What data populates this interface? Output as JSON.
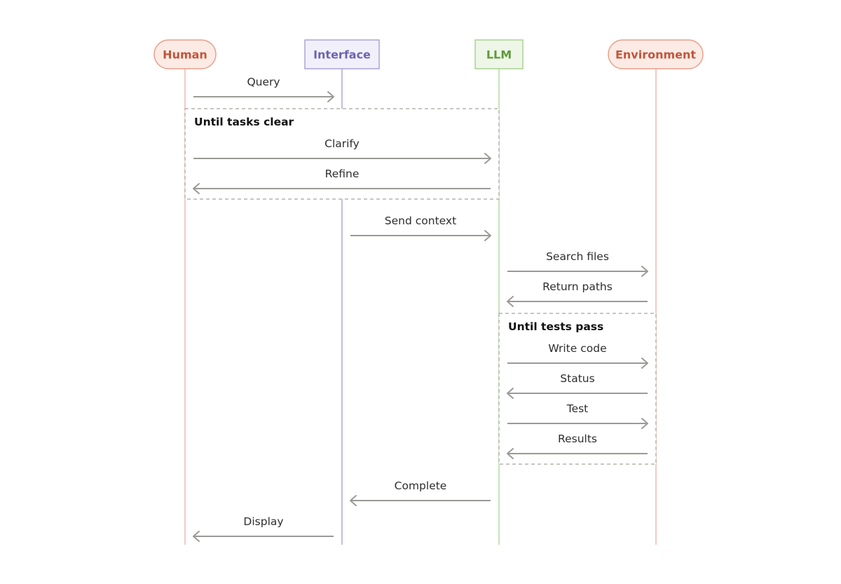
{
  "participants": [
    {
      "name": "Human",
      "shape": "pill",
      "color": "#c2553a",
      "fill": "#fcebe5",
      "border": "#e8a08c",
      "line": "#f0b8a8"
    },
    {
      "name": "Interface",
      "shape": "rect",
      "color": "#6b64b0",
      "fill": "#f1f0fa",
      "border": "#a9a4d8",
      "line": "#aca8dc"
    },
    {
      "name": "LLM",
      "shape": "rect",
      "color": "#5f9a3a",
      "fill": "#eef6e8",
      "border": "#a9d293",
      "line": "#b4dc9e"
    },
    {
      "name": "Environment",
      "shape": "pill",
      "color": "#c2553a",
      "fill": "#fcebe5",
      "border": "#e8a08c",
      "line": "#f0b8a8"
    }
  ],
  "frames": [
    {
      "label": "Until tasks clear",
      "messages": [
        {
          "label": "Clarify",
          "from": "Human",
          "to": "LLM"
        },
        {
          "label": "Refine",
          "from": "LLM",
          "to": "Human"
        }
      ]
    },
    {
      "label": "Until tests pass",
      "messages": [
        {
          "label": "Write code",
          "from": "LLM",
          "to": "Environment"
        },
        {
          "label": "Status",
          "from": "Environment",
          "to": "LLM"
        },
        {
          "label": "Test",
          "from": "LLM",
          "to": "Environment"
        },
        {
          "label": "Results",
          "from": "Environment",
          "to": "LLM"
        }
      ]
    }
  ],
  "sequence": [
    {
      "kind": "message",
      "label": "Query",
      "from": "Human",
      "to": "Interface"
    },
    {
      "kind": "frame",
      "index": 0
    },
    {
      "kind": "message",
      "label": "Send context",
      "from": "Interface",
      "to": "LLM"
    },
    {
      "kind": "message",
      "label": "Search files",
      "from": "LLM",
      "to": "Environment"
    },
    {
      "kind": "message",
      "label": "Return paths",
      "from": "Environment",
      "to": "LLM"
    },
    {
      "kind": "frame",
      "index": 1
    },
    {
      "kind": "message",
      "label": "Complete",
      "from": "LLM",
      "to": "Interface"
    },
    {
      "kind": "message",
      "label": "Display",
      "from": "Interface",
      "to": "Human"
    }
  ],
  "colors": {
    "arrow": "#9a9a96",
    "frame_border": "#b5b3ae",
    "text": "#2e2e2e"
  }
}
